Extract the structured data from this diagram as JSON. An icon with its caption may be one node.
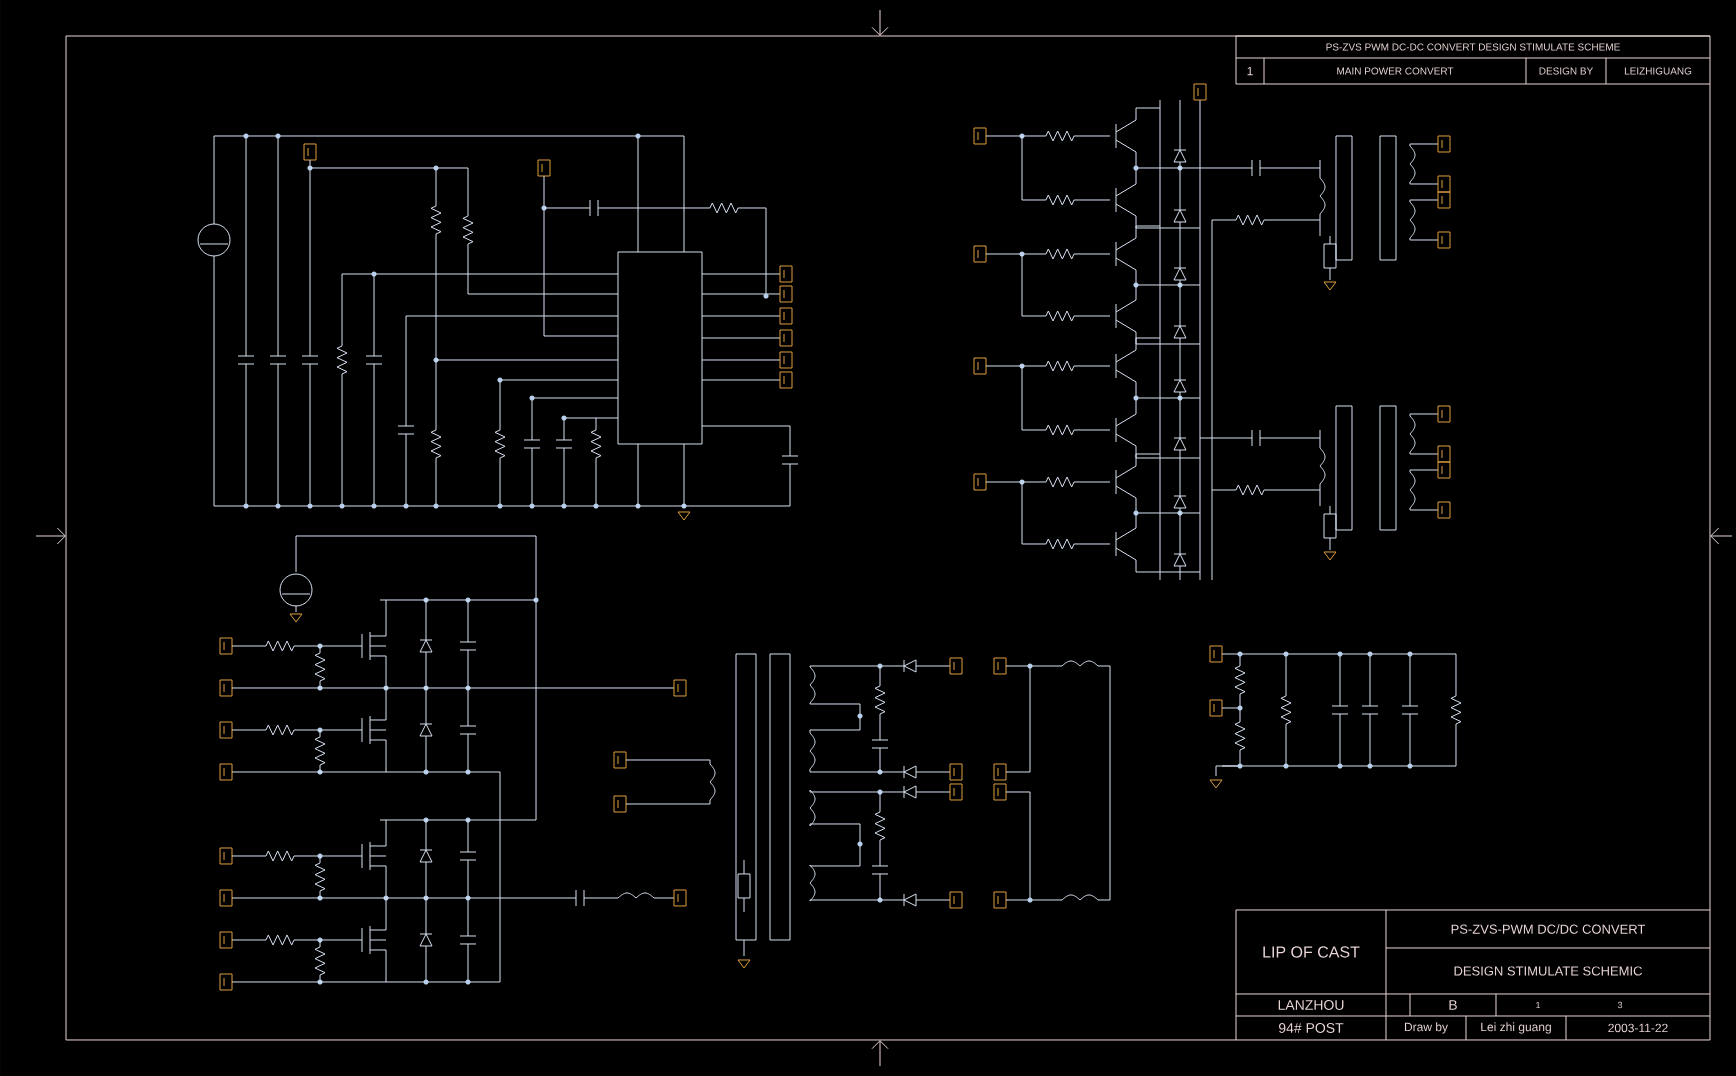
{
  "diagram": {
    "labels": [
      "PS-ZVS PWM DC-DC CONVERT DESIGN STIMULATE SCHEME",
      "1",
      "MAIN POWER CONVERT",
      "DESIGN BY",
      "LEIZHIGUANG",
      "LIP OF CAST",
      "PS-ZVS-PWM DC/DC CONVERT",
      "DESIGN STIMULATE SCHEMIC",
      "LANZHOU",
      "B",
      "1",
      "3",
      "94# POST",
      "Draw by",
      "Lei zhi guang",
      "2003-11-22"
    ]
  }
}
